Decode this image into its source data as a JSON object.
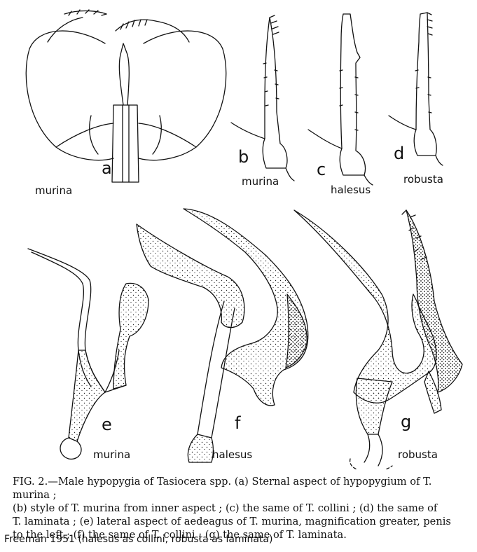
{
  "panels": {
    "a": {
      "letter": "a",
      "label": "murina"
    },
    "b": {
      "letter": "b",
      "label": "murina"
    },
    "c": {
      "letter": "c",
      "label": "halesus"
    },
    "d": {
      "letter": "d",
      "label": "robusta"
    },
    "e": {
      "letter": "e",
      "label": "murina"
    },
    "f": {
      "letter": "f",
      "label": "halesus"
    },
    "g": {
      "letter": "g",
      "label": "robusta"
    }
  },
  "caption": {
    "line1": "FIG. 2.—Male hypopygia of Tasiocera spp.   (a) Sternal aspect of hypopygium of T. murina ;",
    "line2": "(b) style of T. murina from inner aspect ;  (c) the same of T. collini ;  (d) the same of",
    "line3": "T. laminata ;  (e) lateral aspect of aedeagus of T. murina, magnification greater, penis",
    "line4": "to the left ;  (f) the same of T. collini ;  (g) the same of T. laminata."
  },
  "credit": "Freeman 1951 (halesus as collini, robusta as laminata)"
}
